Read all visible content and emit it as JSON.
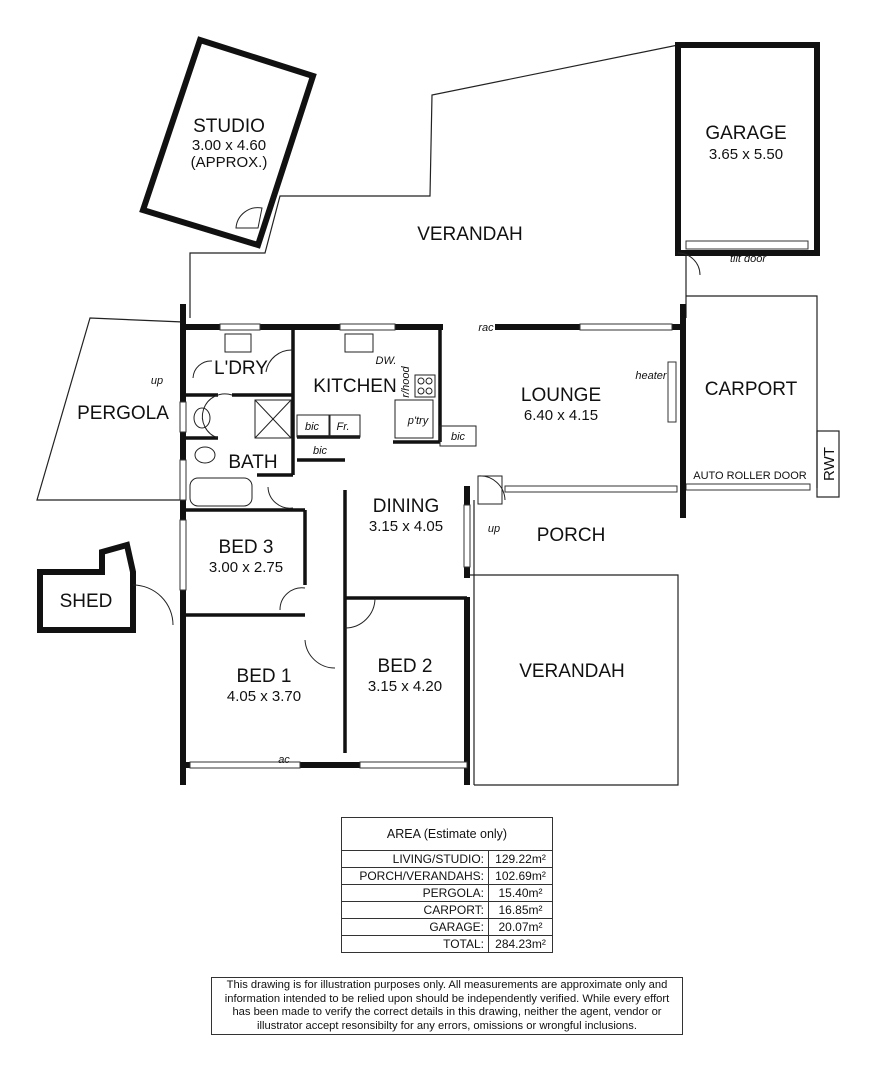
{
  "rooms": {
    "studio": {
      "name": "STUDIO",
      "size": "3.00 x 4.60",
      "note": "(APPROX.)"
    },
    "garage": {
      "name": "GARAGE",
      "size": "3.65 x 5.50",
      "door": "tilt door"
    },
    "verandah_top": {
      "name": "VERANDAH"
    },
    "pergola": {
      "name": "PERGOLA"
    },
    "laundry": {
      "name": "L'DRY"
    },
    "kitchen": {
      "name": "KITCHEN"
    },
    "lounge": {
      "name": "LOUNGE",
      "size": "6.40 x 4.15"
    },
    "carport": {
      "name": "CARPORT",
      "door": "AUTO ROLLER DOOR"
    },
    "bath": {
      "name": "BATH"
    },
    "dining": {
      "name": "DINING",
      "size": "3.15 x 4.05"
    },
    "bed3": {
      "name": "BED 3",
      "size": "3.00 x 2.75"
    },
    "porch": {
      "name": "PORCH"
    },
    "shed": {
      "name": "SHED"
    },
    "bed1": {
      "name": "BED 1",
      "size": "4.05 x 3.70"
    },
    "bed2": {
      "name": "BED 2",
      "size": "3.15 x 4.20"
    },
    "verandah_bottom": {
      "name": "VERANDAH"
    }
  },
  "fixtures": {
    "rwt": "RWT",
    "up": "up",
    "rac": "rac",
    "dw": "DW.",
    "rhood": "r/hood",
    "pantry": "p'try",
    "bic": "bic",
    "fridge": "Fr.",
    "heater": "heater",
    "ac": "ac"
  },
  "area_table": {
    "title": "AREA (Estimate only)",
    "rows": [
      {
        "label": "LIVING/STUDIO:",
        "value": "129.22m²"
      },
      {
        "label": "PORCH/VERANDAHS:",
        "value": "102.69m²"
      },
      {
        "label": "PERGOLA:",
        "value": "15.40m²"
      },
      {
        "label": "CARPORT:",
        "value": "16.85m²"
      },
      {
        "label": "GARAGE:",
        "value": "20.07m²"
      },
      {
        "label": "TOTAL:",
        "value": "284.23m²"
      }
    ]
  },
  "disclaimer": "This drawing is for illustration purposes only. All measurements are approximate only and information intended to be relied upon should be independently verified. While every effort has been made to verify the correct details in this drawing, neither the agent, vendor or illustrator accept resonsibilty for any errors, omissions or wrongful inclusions."
}
